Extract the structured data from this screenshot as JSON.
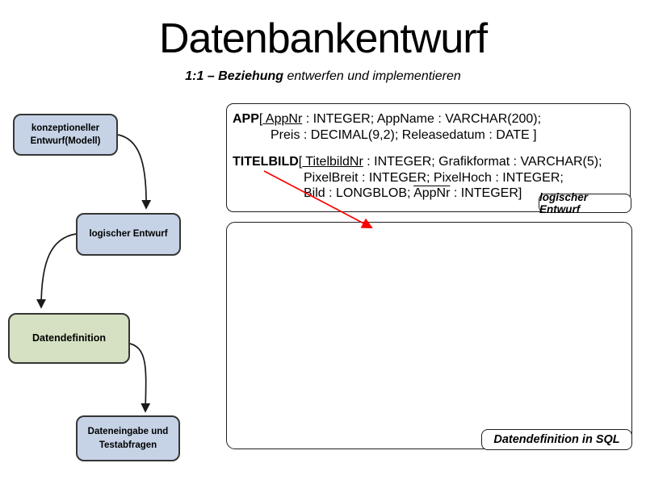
{
  "slide": {
    "title": "Datenbankentwurf",
    "subtitle_bold": "1:1 – Beziehung",
    "subtitle_rest": " entwerfen und implementieren"
  },
  "flowchart": {
    "nodes": [
      {
        "id": "konzeptioneller-entwurf",
        "lines": [
          "konzeptioneller",
          "Entwurf(Modell)"
        ],
        "fill": "#c6d3e6"
      },
      {
        "id": "logischer-entwurf",
        "lines": [
          "logischer Entwurf"
        ],
        "fill": "#c6d3e6"
      },
      {
        "id": "datendefinition",
        "lines": [
          "Datendefinition"
        ],
        "fill": "#d6e0c2"
      },
      {
        "id": "dateneingabe",
        "lines": [
          "Dateneingabe und",
          "Testabfragen"
        ],
        "fill": "#c6d3e6"
      }
    ]
  },
  "schema": {
    "app": {
      "name": "APP",
      "open": "[",
      "pk": " AppNr",
      "rest1": " : INTEGER; AppName : VARCHAR(200);",
      "line2": "Preis : DECIMAL(9,2); Releasedatum : DATE ]"
    },
    "titelbild": {
      "name": "TITELBILD",
      "open": "[",
      "pk": " TitelbildNr",
      "rest1": " : INTEGER; Grafikformat : VARCHAR(5);",
      "line2": "PixelBreit : INTEGER; PixelHoch : INTEGER;",
      "line3a": "Bild : LONGBLOB; ",
      "fk": "AppNr",
      "line3b": " : INTEGER]"
    }
  },
  "labels": {
    "logical_panel": "logischer Entwurf",
    "sql_panel": "Datendefinition in SQL"
  },
  "colors": {
    "node_blue": "#c6d3e6",
    "node_green": "#d6e0c2",
    "annotation_arrow_red": "#fe0000",
    "connector_black": "#1a1a1a"
  }
}
